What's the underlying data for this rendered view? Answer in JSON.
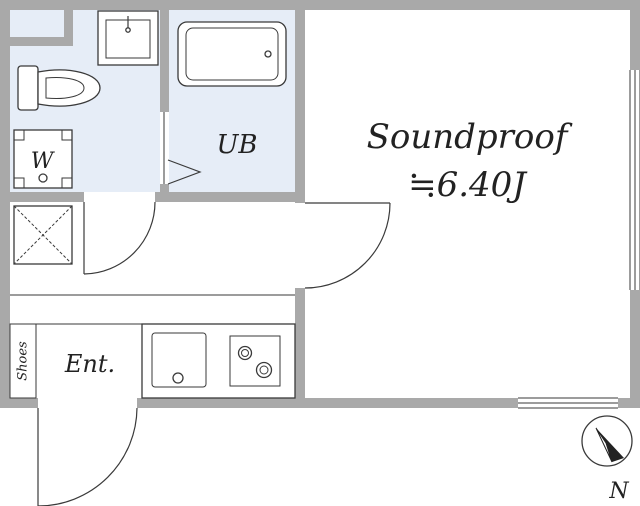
{
  "labels": {
    "main_room_name": "Soundproof",
    "main_room_size": "≒6.40J",
    "bath": "UB",
    "laundry": "W",
    "entrance": "Ent.",
    "shoes": "Shoes",
    "compass": "N"
  },
  "colors": {
    "wall": "#a9a9a9",
    "wet_area": "#e6edf7",
    "shoe_closet": "#f7dbe3",
    "line": "#3a3a3a"
  }
}
